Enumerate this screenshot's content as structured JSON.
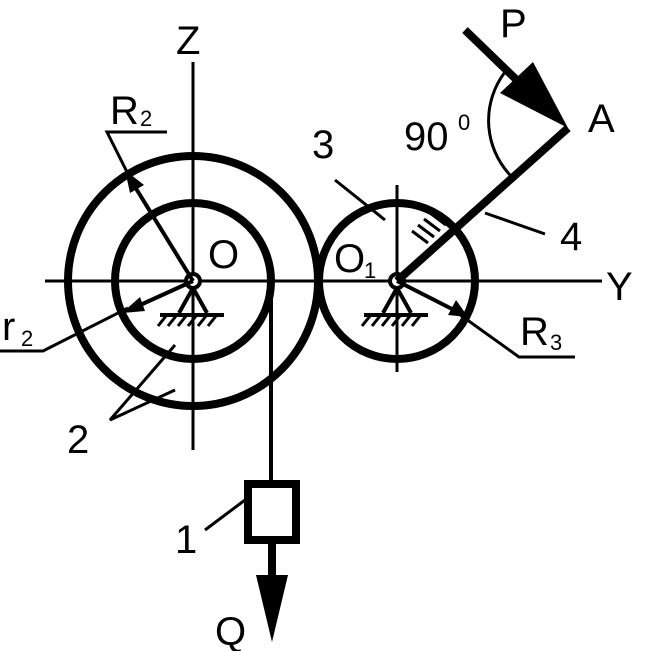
{
  "labels": {
    "z_axis": "Z",
    "y_axis": "Y",
    "force_p": "P",
    "point_a": "A",
    "angle_value": "90",
    "angle_degree": "0",
    "center_o": "O",
    "center_o1": "O",
    "center_o1_sub": "1",
    "big_radius": "R",
    "big_radius_sub": "2",
    "small_radius": "r",
    "small_radius_sub": "2",
    "gear3_radius": "R",
    "gear3_radius_sub": "3",
    "part_1": "1",
    "part_2": "2",
    "part_3": "3",
    "part_4": "4",
    "load_q": "Q"
  },
  "colors": {
    "ink": "#000000",
    "background": "#ffffff"
  }
}
